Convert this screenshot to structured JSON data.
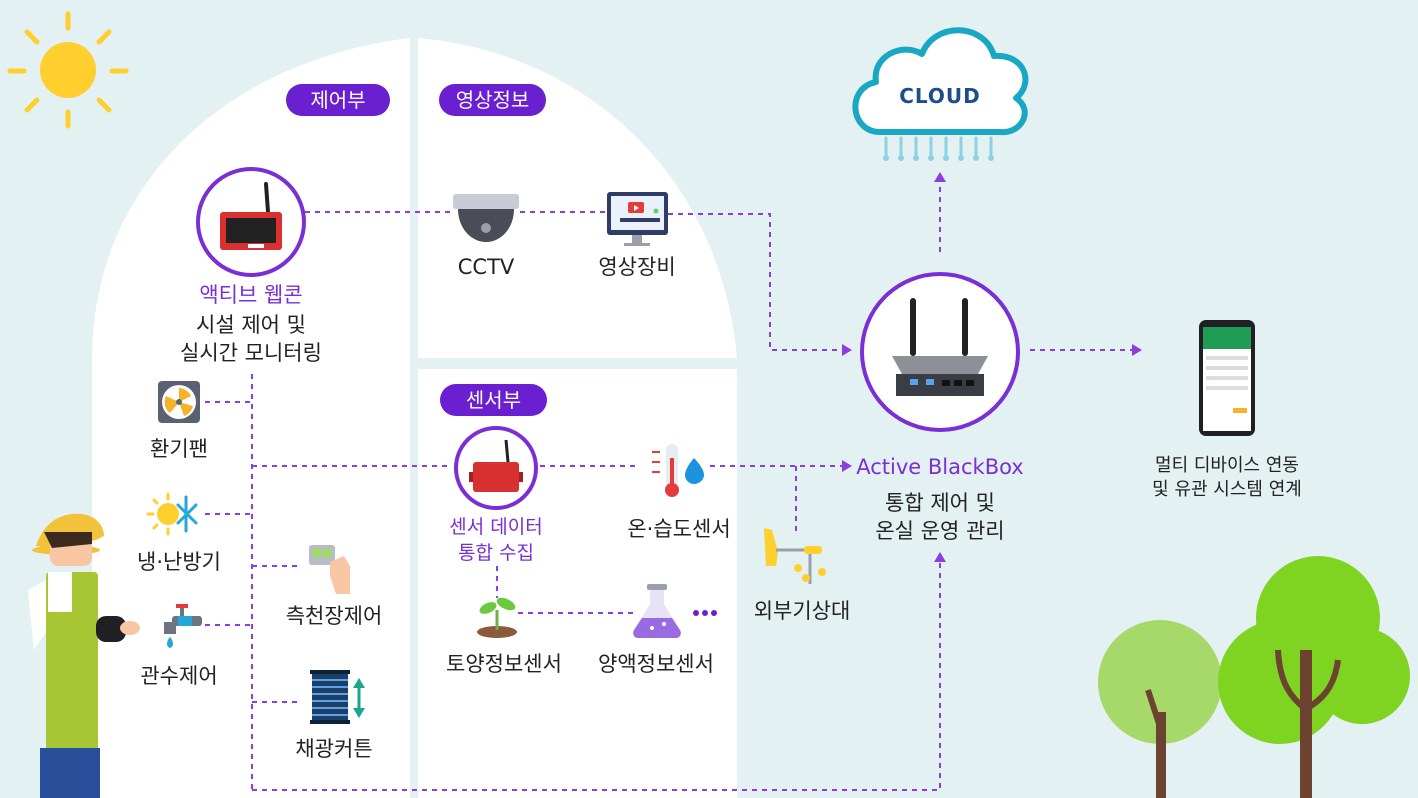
{
  "sections": {
    "control": "제어부",
    "video": "영상정보",
    "sensor": "센서부"
  },
  "cloud": {
    "label": "CLOUD"
  },
  "webcon": {
    "title": "액티브 웹콘",
    "desc_line1": "시설 제어 및",
    "desc_line2": "실시간 모니터링"
  },
  "video_devices": {
    "cctv": "CCTV",
    "equipment": "영상장비"
  },
  "controls": {
    "fan": "환기팬",
    "hvac": "냉·난방기",
    "irrigation": "관수제어",
    "side_window": "측천장제어",
    "curtain": "채광커튼"
  },
  "sensor_hub": {
    "line1": "센서 데이터",
    "line2": "통합 수집"
  },
  "sensors": {
    "temp_humidity": "온·습도센서",
    "soil": "토양정보센서",
    "nutrient": "양액정보센서",
    "weather": "외부기상대"
  },
  "blackbox": {
    "title": "Active BlackBox",
    "desc_line1": "통합 제어 및",
    "desc_line2": "온실 운영 관리"
  },
  "multi_device": {
    "line1": "멀티 디바이스 연동",
    "line2": "및 유관 시스템 연계"
  },
  "colors": {
    "background": "#e4f1f2",
    "accent_purple": "#6a1fd0",
    "connector_purple": "#8a3ee0",
    "cloud_teal": "#1aa7c4",
    "sun_yellow": "#ffcf2e",
    "tree_green": "#7fd321"
  }
}
